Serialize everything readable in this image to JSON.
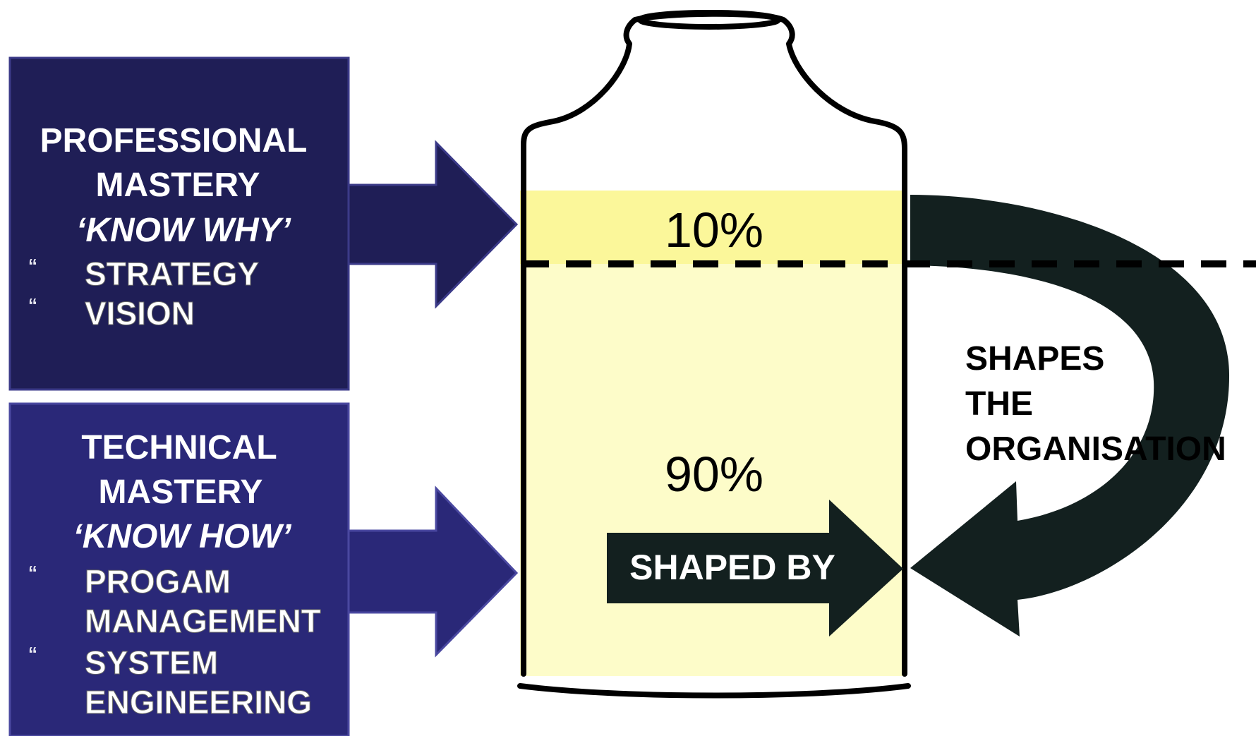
{
  "left_boxes": [
    {
      "title_lines": [
        "PROFESSIONAL",
        "MASTERY"
      ],
      "subtitle": "‘KNOW WHY’",
      "bullets": [
        {
          "marker": "“",
          "lines": [
            "STRATEGY"
          ]
        },
        {
          "marker": "“",
          "lines": [
            "VISION"
          ]
        }
      ]
    },
    {
      "title_lines": [
        "TECHNICAL",
        "MASTERY"
      ],
      "subtitle": "‘KNOW HOW’",
      "bullets": [
        {
          "marker": "“",
          "lines": [
            "PROGAM",
            "MANAGEMENT"
          ]
        },
        {
          "marker": "“",
          "lines": [
            "SYSTEM",
            "ENGINEERING"
          ]
        }
      ]
    }
  ],
  "bottle": {
    "top_percent": "10%",
    "bottom_percent": "90%",
    "top_fill_fraction": 0.1,
    "bottom_fill_fraction": 0.9
  },
  "shaped_by_label": "SHAPED BY",
  "shapes_label_lines": [
    "SHAPES",
    "THE",
    "ORGANISATION"
  ],
  "colors": {
    "box_top": "#1f1e56",
    "box_bottom": "#2a2878",
    "top_fill": "#fbf79a",
    "bottom_fill": "#fdfcc9",
    "dark_arrow": "#13201f",
    "outline": "#000000"
  },
  "icons": {
    "input_arrows": "right-arrow",
    "feedback_arrow": "curved-return-arrow"
  }
}
